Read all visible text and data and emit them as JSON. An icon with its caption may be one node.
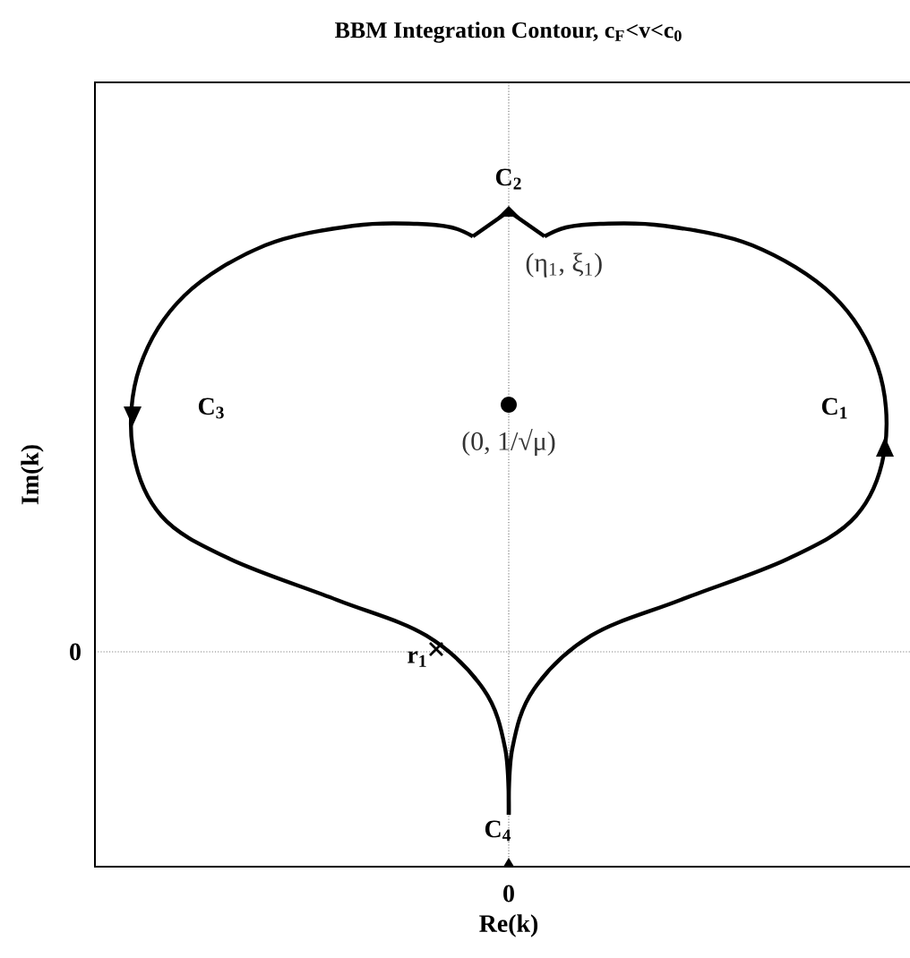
{
  "diagram": {
    "title": "BBM Integration Contour, c$_{F}$<v<c$_{0}$",
    "labels": [
      "C$_{2}$",
      "(η$_{1}$, ξ$_{1}$)",
      "C$_{3}$",
      "C$_{1}$",
      "(0, 1/√μ)",
      "0",
      "r$_{1}$",
      "C$_{4}$",
      "0",
      "Re(k)",
      "Im(k)"
    ]
  }
}
